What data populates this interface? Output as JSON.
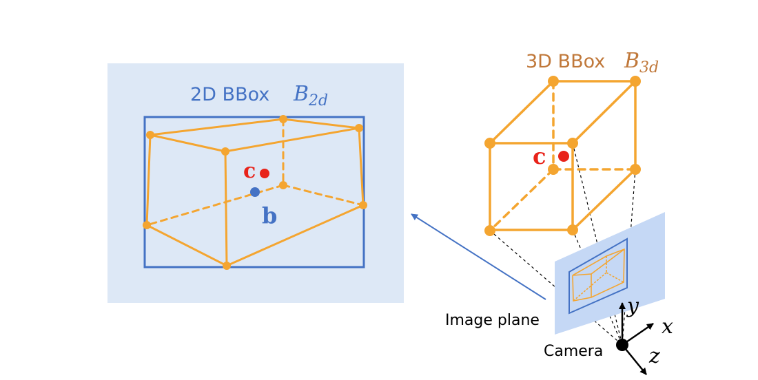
{
  "diagram": {
    "bbox2d": {
      "label": "2D BBox",
      "symbol": "B",
      "subscript": "2d"
    },
    "bbox3d": {
      "label": "3D BBox",
      "symbol": "B",
      "subscript": "3d"
    },
    "center_3d_label": "c",
    "center_2d_label": "b",
    "image_plane_label": "Image plane",
    "camera_label": "Camera",
    "axes": {
      "x": "x",
      "y": "y",
      "z": "z"
    },
    "colors": {
      "orange": "#F4A530",
      "blue": "#4472C4",
      "red": "#E8231A",
      "panel_bg": "#DDE8F6",
      "title_orange": "#C0783A"
    }
  }
}
